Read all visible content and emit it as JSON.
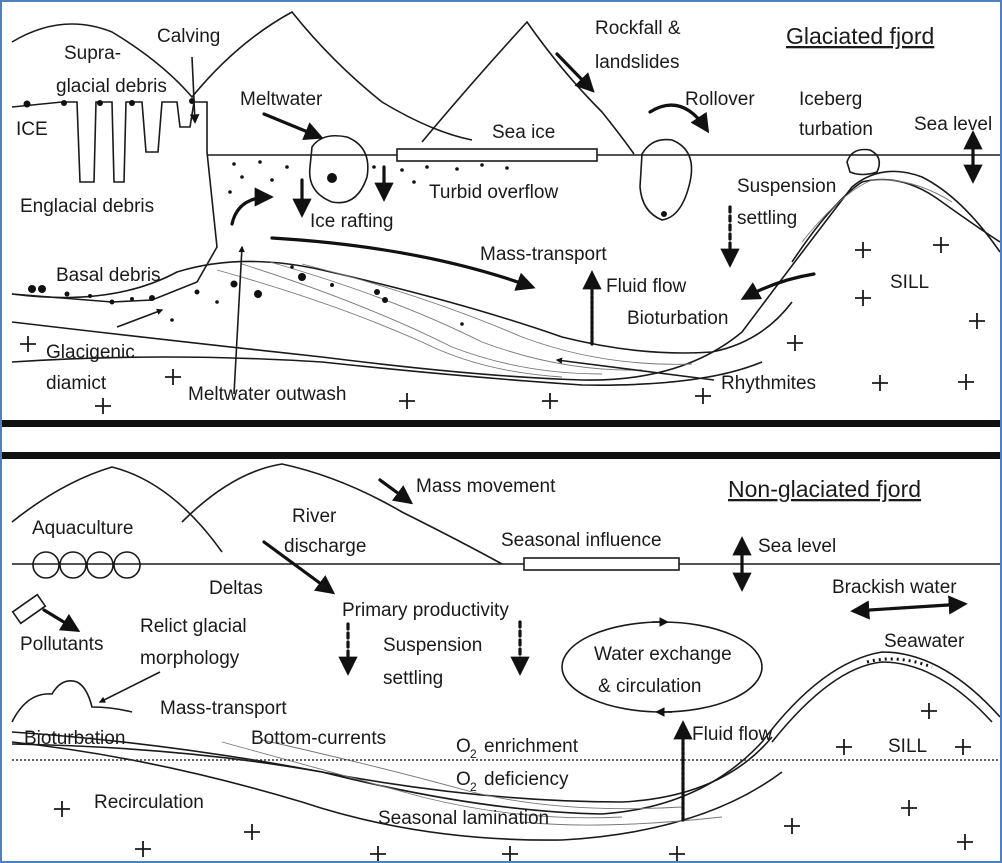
{
  "glaciated": {
    "title": "Glaciated fjord",
    "labels": {
      "supraglacial_1": "Supra-",
      "supraglacial_2": "glacial debris",
      "calving": "Calving",
      "ice": "ICE",
      "meltwater": "Meltwater",
      "sea_ice": "Sea ice",
      "rockfall_1": "Rockfall &",
      "rockfall_2": "landslides",
      "rollover": "Rollover",
      "iceberg_1": "Iceberg",
      "iceberg_2": "turbation",
      "sea_level": "Sea level",
      "englacial": "Englacial  debris",
      "turbid": "Turbid overflow",
      "ice_rafting": "Ice rafting",
      "suspension_1": "Suspension",
      "suspension_2": "settling",
      "mass_transport": "Mass-transport",
      "fluid_flow": "Fluid flow",
      "bioturbation": "Bioturbation",
      "basal": "Basal debris",
      "sill": "SILL",
      "glacigenic_1": "Glacigenic",
      "glacigenic_2": "diamict",
      "meltwater_outwash": "Meltwater outwash",
      "rhythmites": "Rhythmites"
    }
  },
  "nonglaciated": {
    "title": "Non-glaciated fjord",
    "labels": {
      "mass_movement": "Mass movement",
      "aquaculture": "Aquaculture",
      "river_1": "River",
      "river_2": "discharge",
      "seasonal_influence": "Seasonal influence",
      "sea_level": "Sea level",
      "deltas": "Deltas",
      "primary_productivity": "Primary productivity",
      "brackish": "Brackish water",
      "pollutants": "Pollutants",
      "relict_1": "Relict glacial",
      "relict_2": "morphology",
      "suspension_1": "Suspension",
      "suspension_2": "settling",
      "water_exchange_1": "Water exchange",
      "water_exchange_2": "& circulation",
      "seawater": "Seawater",
      "mass_transport": "Mass-transport",
      "bioturbation": "Bioturbation",
      "bottom_currents": "Bottom-currents",
      "o2_enrichment": "enrichment",
      "o2_deficiency": "deficiency",
      "o2_prefix": "O",
      "o2_subscript": "2",
      "fluid_flow": "Fluid flow",
      "sill": "SILL",
      "recirculation": "Recirculation",
      "seasonal_lamination": "Seasonal lamination"
    }
  },
  "colors": {
    "frame": "#4f81bd",
    "ink": "#1a1a1a"
  }
}
